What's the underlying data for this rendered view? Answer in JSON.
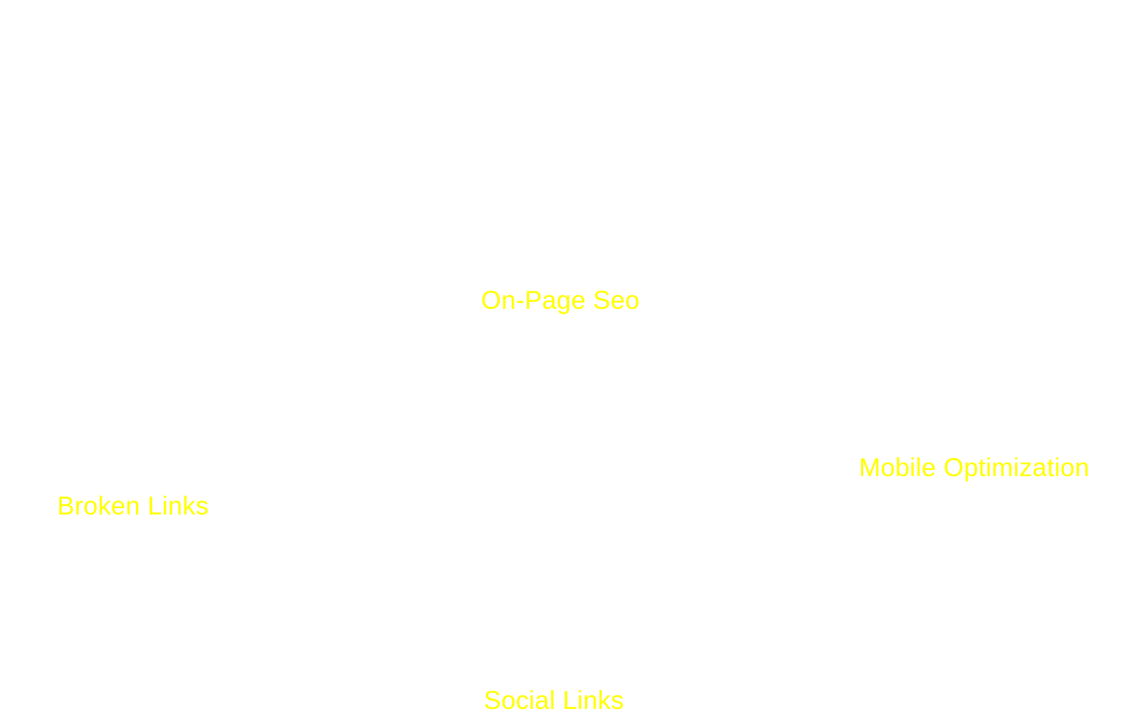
{
  "labels": {
    "on_page_seo": "On-Page Seo",
    "mobile_optimization": "Mobile Optimization",
    "broken_links": "Broken Links",
    "social_links": "Social Links"
  },
  "colors": {
    "background": "#ffffff",
    "label_text": "#ffff00"
  }
}
